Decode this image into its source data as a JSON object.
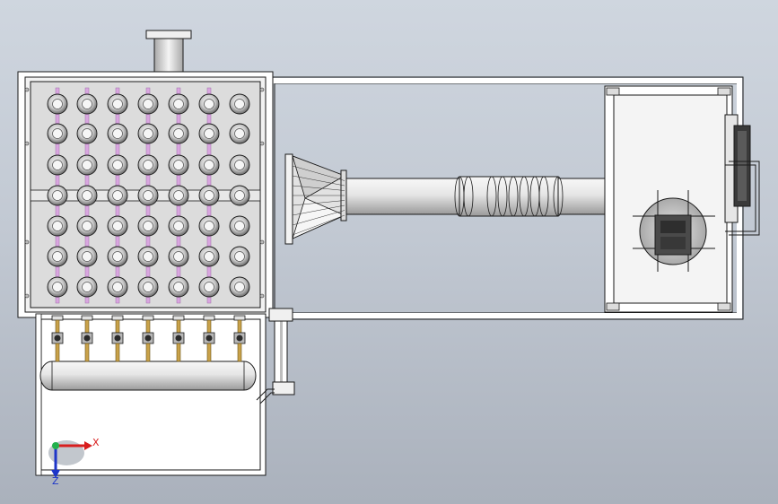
{
  "axes": {
    "x_label": "X",
    "z_label": "Z",
    "x_color": "#d81e1e",
    "z_color": "#1e36c8",
    "origin_color": "#22b14c"
  },
  "colors": {
    "frame": "#ffffff",
    "outline": "#1a1a1a",
    "tube": "#d9a6e0",
    "valve_body": "#b8b8b8",
    "brass": "#c9a24a",
    "pipe_light": "#f2f2f2",
    "pipe_dark": "#8e8e8e"
  },
  "components": {
    "tube_bank": {
      "rows": 7,
      "cols": 7
    },
    "valves": {
      "count": 7
    }
  }
}
